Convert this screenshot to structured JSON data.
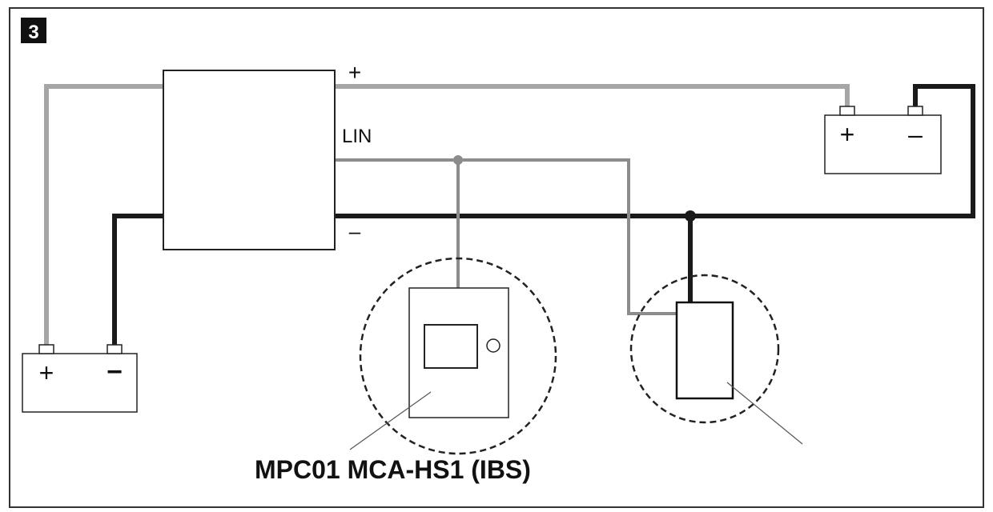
{
  "figure": {
    "number": "3",
    "lin_label": "LIN",
    "plus_label": "+",
    "minus_label": "–",
    "caption": "MPC01 MCA-HS1 (IBS)"
  },
  "batteries": {
    "left": {
      "plus": "+",
      "minus": "−"
    },
    "right": {
      "plus": "+",
      "minus": "–"
    }
  },
  "colors": {
    "positive_wire": "#a6a6a6",
    "negative_wire": "#1a1a1a",
    "lin_wire": "#8c8c8c",
    "outline": "#222222"
  }
}
